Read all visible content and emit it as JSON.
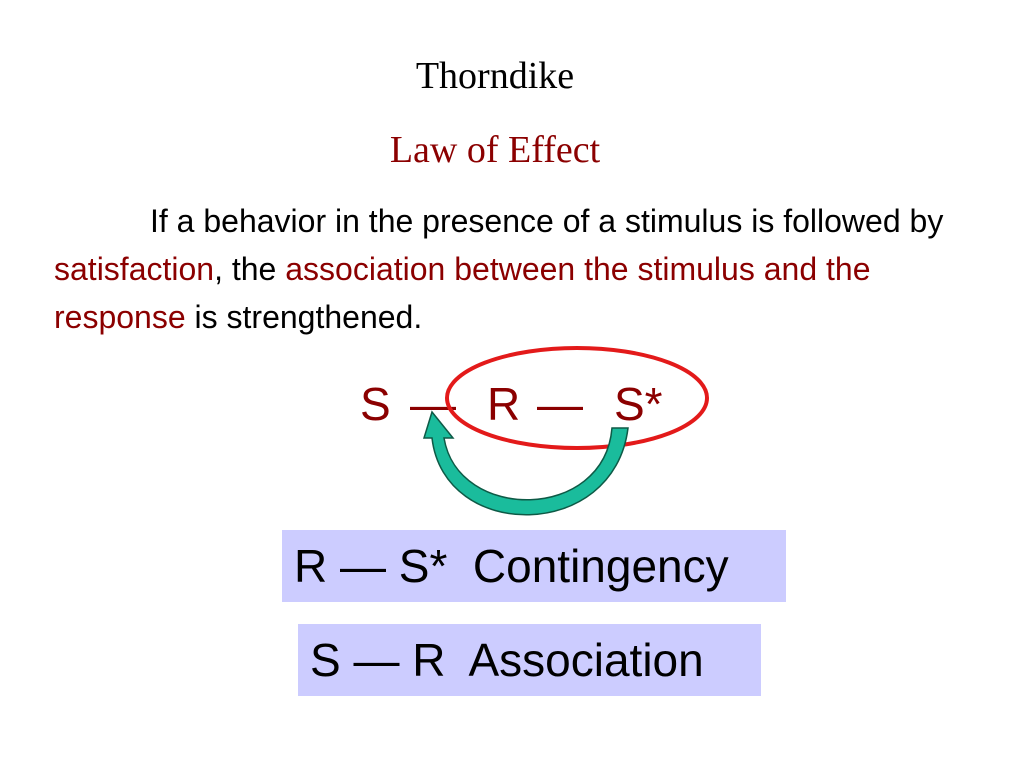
{
  "slide": {
    "title": "Thorndike",
    "subtitle": "Law of Effect",
    "definition": {
      "part1": "If a behavior in the presence of a stimulus is followed by ",
      "highlight1": "satisfaction",
      "part2": ", the ",
      "highlight2": "association between the stimulus and the response",
      "part3": " is strengthened."
    },
    "chain": {
      "s": "S",
      "dash1": "—",
      "r": "R",
      "dash2": "—",
      "s_star": "S*"
    },
    "contingency_box": "R — S*  Contingency",
    "association_box": "S — R  Association"
  },
  "colors": {
    "accent": "#8b0000",
    "ellipse": "#e31a1a",
    "arrow_fill": "#1abc9c",
    "box_fill": "#ccccff"
  },
  "icons": {
    "ellipse": "circle-highlight",
    "arrow": "curved-arrow"
  }
}
